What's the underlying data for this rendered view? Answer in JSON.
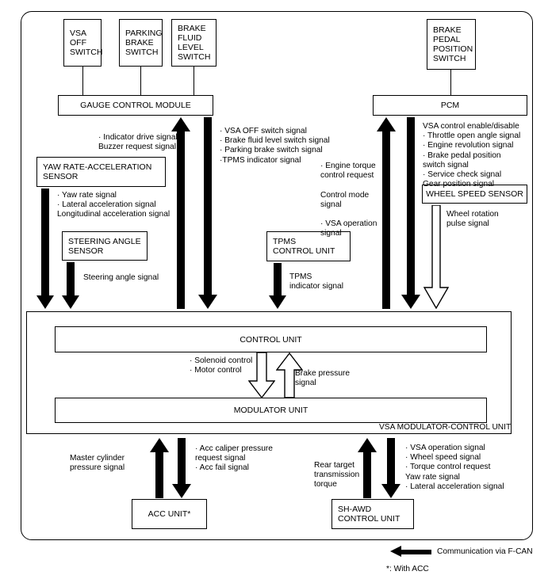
{
  "diagram": {
    "title": "VSA System Circuit / Signal Flow Diagram",
    "colors": {
      "line": "#000000",
      "background": "#ffffff"
    }
  },
  "boxes": {
    "vsa_off_switch": "VSA\nOFF\nSWITCH",
    "parking_brake_switch": "PARKING\nBRAKE\nSWITCH",
    "brake_fluid_level_switch": "BRAKE\nFLUID\nLEVEL\nSWITCH",
    "brake_pedal_position_switch": "BRAKE\nPEDAL\nPOSITION\nSWITCH",
    "gauge_control_module": "GAUGE CONTROL MODULE",
    "pcm": "PCM",
    "yaw_rate_acceleration_sensor": "YAW RATE-ACCELERATION\nSENSOR",
    "steering_angle_sensor": "STEERING ANGLE\nSENSOR",
    "tpms_control_unit": "TPMS\nCONTROL UNIT",
    "wheel_speed_sensor": "WHEEL SPEED SENSOR",
    "control_unit": "CONTROL UNIT",
    "modulator_unit": "MODULATOR UNIT",
    "vsa_modulator_control_unit_label": "VSA MODULATOR-CONTROL UNIT",
    "acc_unit": "ACC UNIT*",
    "sh_awd_control_unit": "SH-AWD\nCONTROL UNIT"
  },
  "signals": {
    "gauge_to_vsa": "· Indicator drive signal\n  Buzzer request signal",
    "vsa_to_gauge": "· VSA OFF switch signal\n· Brake fluid level switch signal\n·  Parking brake switch signal\n·TPMS indicator signal",
    "yaw_rate_signals": "· Yaw rate signal\n·  Lateral acceleration signal\n   Longitudinal acceleration signal",
    "steering_angle_signal": "Steering angle signal",
    "tpms_indicator_signal": "TPMS\nindicator signal",
    "vsa_to_pcm": "· Engine torque\n  control request\n\n  Control mode\n  signal\n\n· VSA operation\n  signal",
    "pcm_to_vsa": "  VSA control enable/disable\n· Throttle open angle signal\n· Engine revolution signal\n· Brake pedal position\n  switch signal\n· Service check signal\n  Gear position signal",
    "wheel_rotation_pulse_signal": "Wheel rotation\npulse signal",
    "solenoid_motor_control": "· Solenoid control\n· Motor control",
    "brake_pressure_signal": "Brake pressure\nsignal",
    "master_cylinder_pressure_signal": "Master cylinder\npressure signal",
    "acc_signals": "· Acc caliper pressure\n  request signal\n· Acc fail signal",
    "rear_target_transmission_torque": "Rear target\ntransmission\ntorque",
    "sh_awd_signals": "· VSA operation signal\n· Wheel speed signal\n· Torque control request\n  Yaw rate signal\n· Lateral acceleration signal"
  },
  "legend": {
    "f_can": "Communication via F-CAN",
    "with_acc": "*: With ACC"
  }
}
